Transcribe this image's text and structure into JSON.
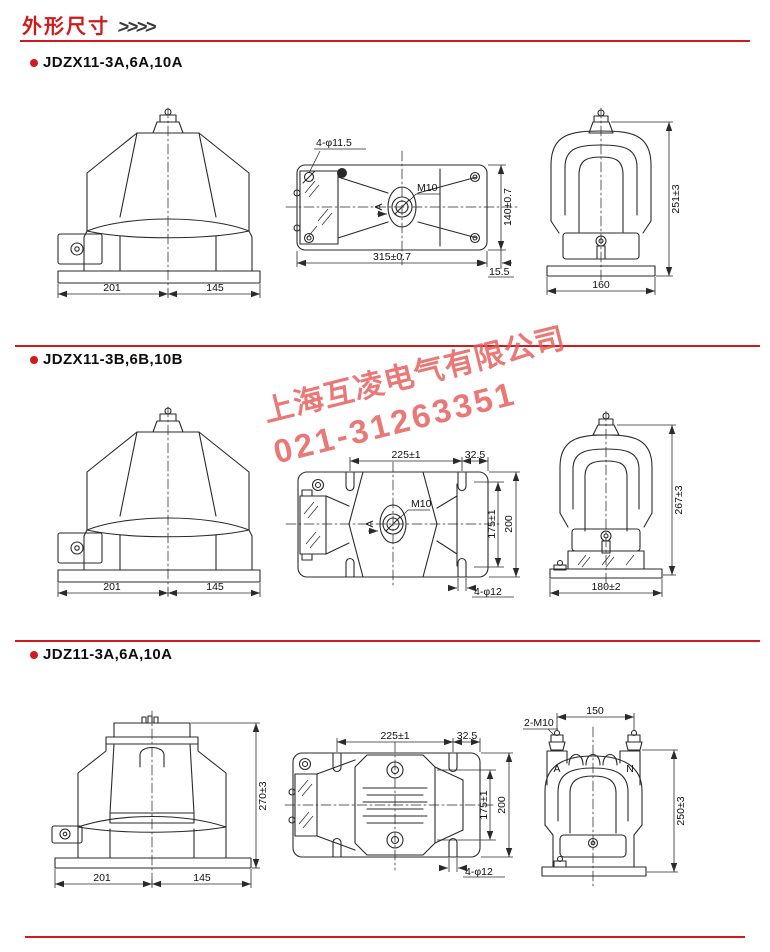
{
  "header": {
    "title": "外形尺寸",
    "chevrons": ">>>>"
  },
  "watermark": {
    "line1": "上海互凌电气有限公司",
    "line2": "021-31263351"
  },
  "colors": {
    "accent": "#cf1b1b",
    "line": "#2a2a2a",
    "watermark": "#e55654"
  },
  "sections": [
    {
      "label": "JDZX11-3A,6A,10A",
      "front": {
        "dim_left": "201",
        "dim_right": "145"
      },
      "top": {
        "holes": "4-φ11.5",
        "thread": "M10",
        "section_arrow": "A",
        "dim_width": "315±0.7",
        "dim_height": "140±0.7",
        "dim_edge": "15.5"
      },
      "side": {
        "dim_height": "251±3",
        "dim_width": "160"
      }
    },
    {
      "label": "JDZX11-3B,6B,10B",
      "front": {
        "dim_left": "201",
        "dim_right": "145"
      },
      "top": {
        "dim_width": "225±1",
        "dim_edge": "32.5",
        "thread": "M10",
        "section_arrow": "A",
        "dim_inner": "175±1",
        "dim_height": "200",
        "holes": "4-φ12"
      },
      "side": {
        "dim_height": "267±3",
        "dim_width": "180±2"
      }
    },
    {
      "label": "JDZ11-3A,6A,10A",
      "front": {
        "dim_left": "201",
        "dim_right": "145",
        "dim_height": "270±3"
      },
      "top": {
        "dim_width": "225±1",
        "dim_edge": "32.5",
        "dim_inner": "175±1",
        "dim_height": "200",
        "holes": "4-φ12"
      },
      "side": {
        "thread": "2-M10",
        "dim_width": "150",
        "terminal_left": "A",
        "terminal_right": "N",
        "dim_height": "250±3"
      }
    }
  ]
}
